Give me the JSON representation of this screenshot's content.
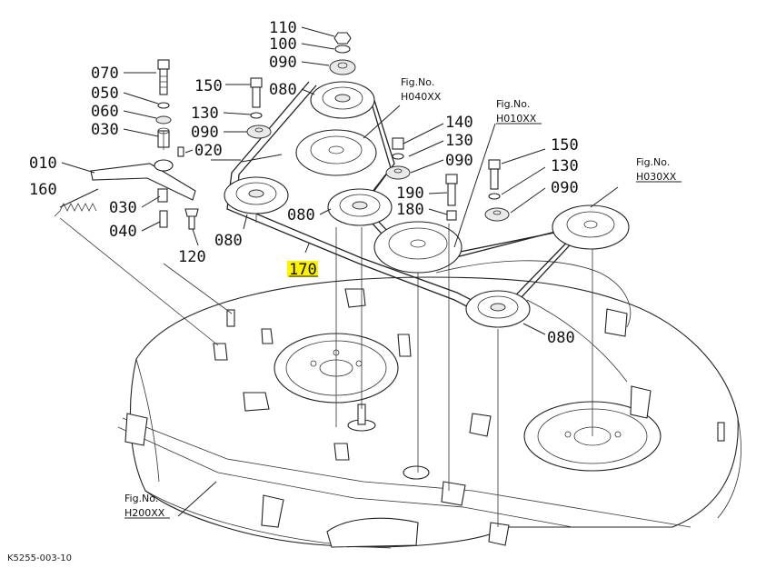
{
  "labels": {
    "p110": "110",
    "p100": "100",
    "p090a": "090",
    "p150a": "150",
    "p080a": "080",
    "p070": "070",
    "p050": "050",
    "p060": "060",
    "p030a": "030",
    "p130a": "130",
    "p090b": "090",
    "p020": "020",
    "p010": "010",
    "p160": "160",
    "p030b": "030",
    "p040": "040",
    "p080b": "080",
    "p120": "120",
    "p080c": "080",
    "p140": "140",
    "p130b": "130",
    "p090c": "090",
    "p190": "190",
    "p180": "180",
    "p170": "170",
    "p150b": "150",
    "p130c": "130",
    "p090d": "090",
    "p080d": "080"
  },
  "figrefs": {
    "h040_title": "Fig.No.",
    "h040_code": "H040XX",
    "h010_title": "Fig.No.",
    "h010_code": "H010XX",
    "h030_title": "Fig.No.",
    "h030_code": "H030XX",
    "h200_title": "Fig.No.",
    "h200_code": "H200XX"
  },
  "diagram_code": "K5255-003-10",
  "colors": {
    "highlight": "#fff200",
    "line": "#222222"
  }
}
